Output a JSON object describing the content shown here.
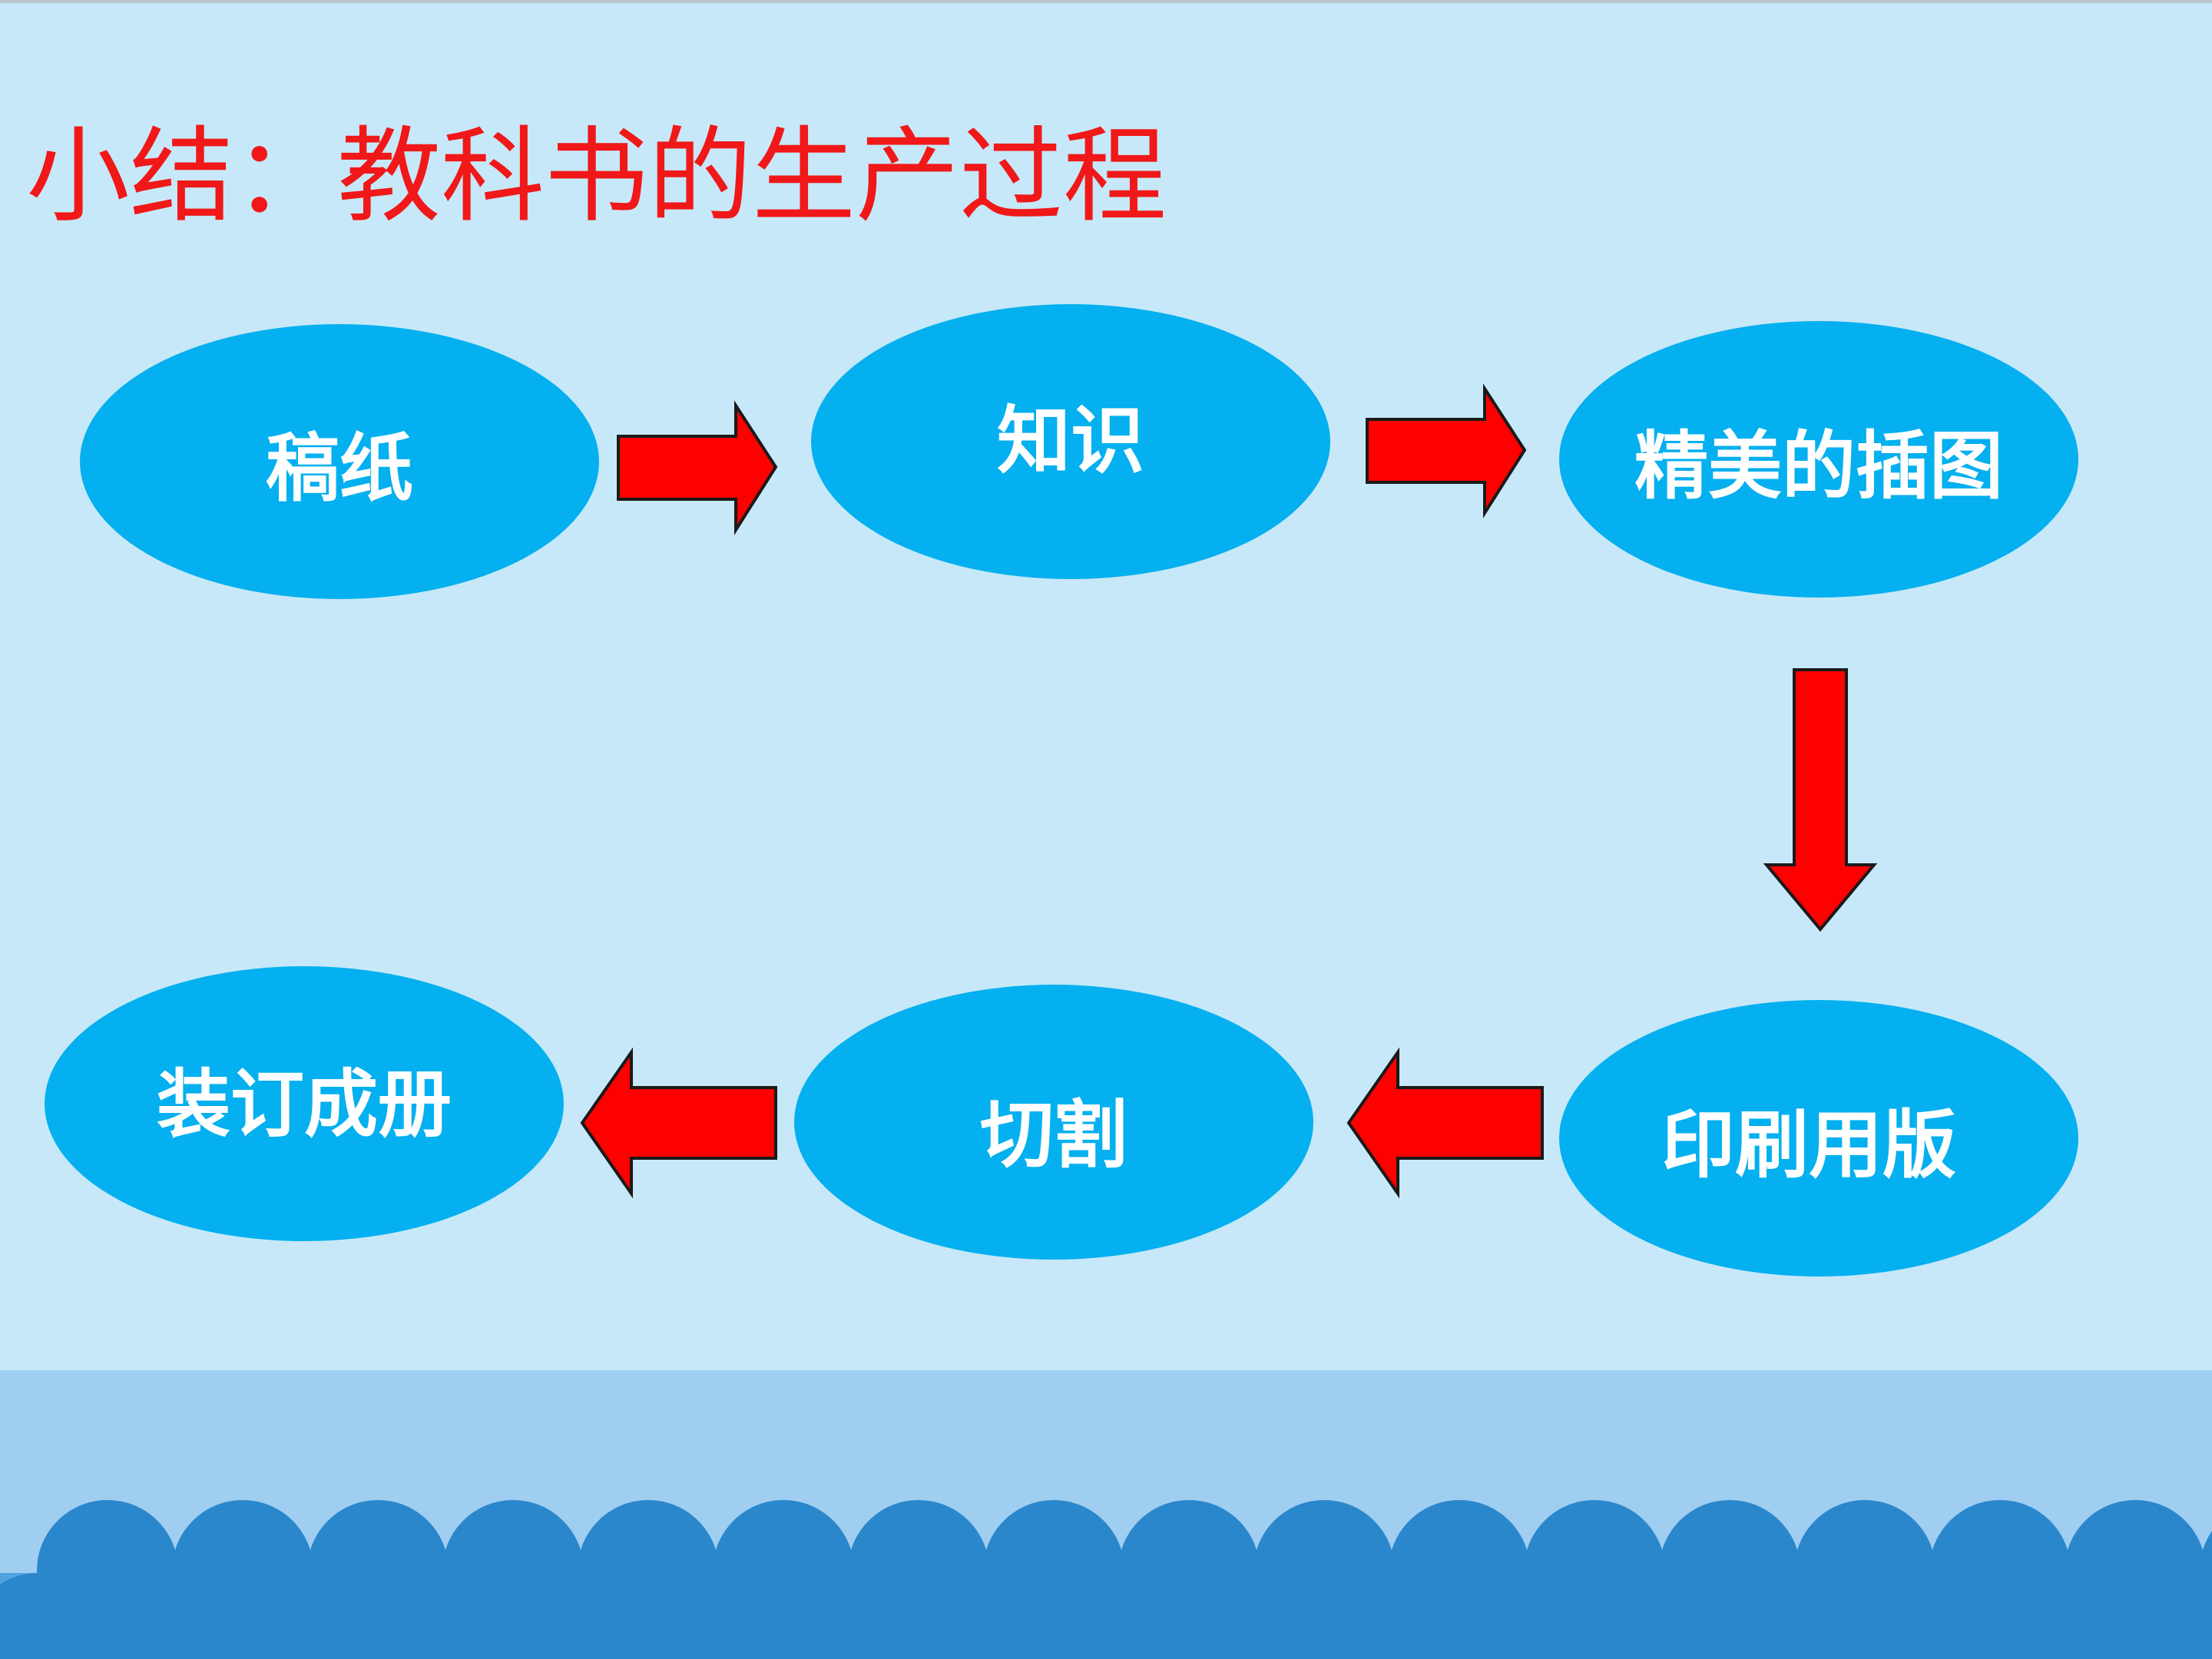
{
  "title": "小结：教科书的生产过程",
  "nodes": [
    {
      "id": "gaozhi",
      "label": "稿纸"
    },
    {
      "id": "zhishi",
      "label": "知识"
    },
    {
      "id": "chatu",
      "label": "精美的插图"
    },
    {
      "id": "yinshua",
      "label": "印刷用版"
    },
    {
      "id": "qiege",
      "label": "切割"
    },
    {
      "id": "zhuangding",
      "label": "装订成册"
    }
  ],
  "flow": [
    {
      "from": "稿纸",
      "to": "知识"
    },
    {
      "from": "知识",
      "to": "精美的插图"
    },
    {
      "from": "精美的插图",
      "to": "印刷用版"
    },
    {
      "from": "印刷用版",
      "to": "切割"
    },
    {
      "from": "切割",
      "to": "装订成册"
    }
  ],
  "colors": {
    "background": "#c7e8f8",
    "title": "#f01818",
    "node_fill": "#04b0ef",
    "node_text": "#ffffff",
    "arrow_fill": "#ff0000",
    "arrow_stroke": "#1a1a1a",
    "band": "#a0cef0",
    "waves": "#2b87cc",
    "wave_gap": "#4fa3e0"
  }
}
